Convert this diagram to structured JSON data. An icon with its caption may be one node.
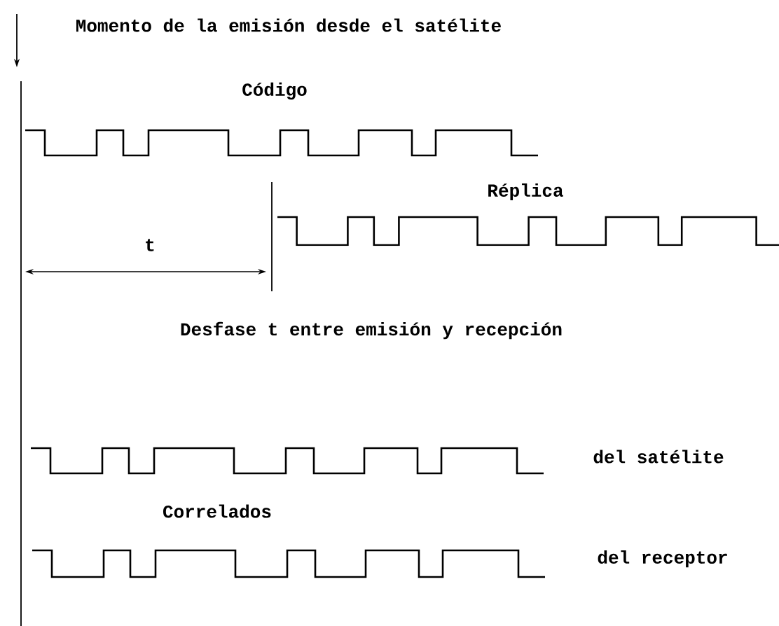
{
  "diagram": {
    "labels": [
      "Momento de la emisión desde el satélite",
      "Código",
      "Réplica",
      "t",
      "Desfase t entre emisión y recepción",
      "del satélite",
      "Correlados",
      "del receptor"
    ]
  }
}
